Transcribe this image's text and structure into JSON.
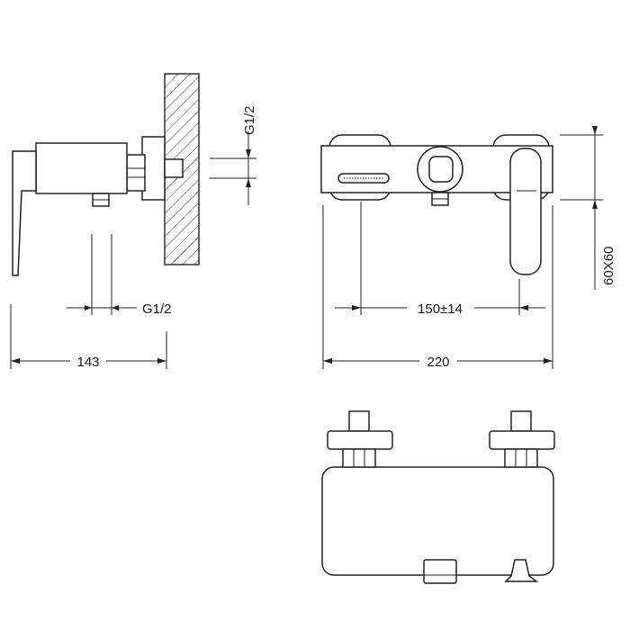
{
  "drawing": {
    "labels": {
      "pipe_thread_side": "G1/2",
      "pipe_thread_vertical": "G1/2",
      "depth": "143",
      "center_distance": "150±14",
      "total_width": "220",
      "body_section": "60X60"
    },
    "colors": {
      "line": "#222222",
      "background": "#ffffff"
    }
  }
}
